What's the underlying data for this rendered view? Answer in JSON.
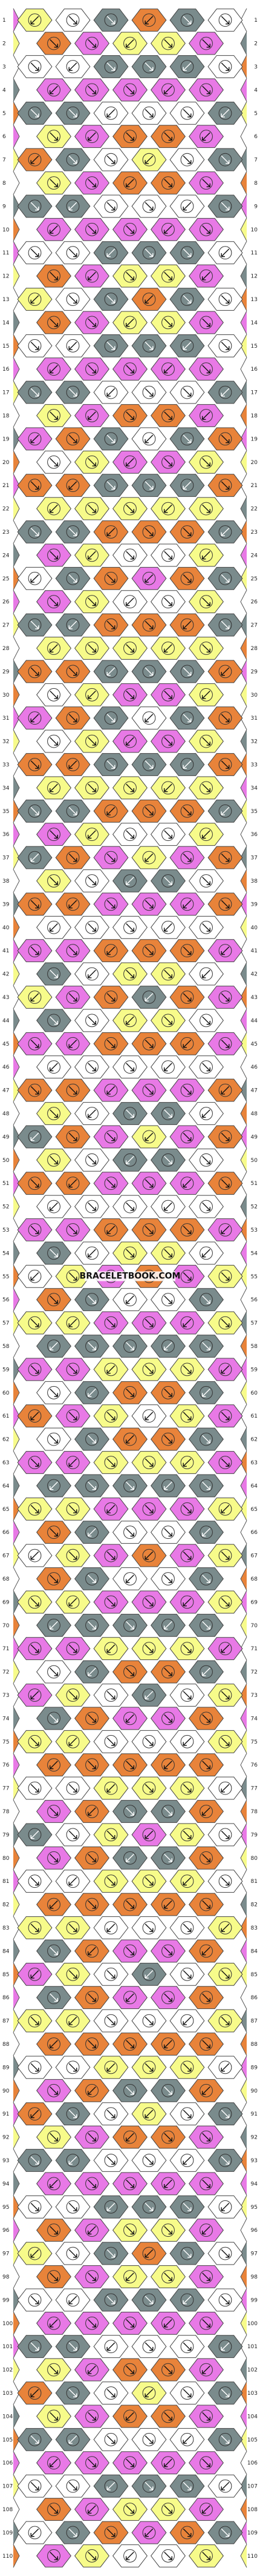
{
  "watermark": "BRACELETBOOK.COM",
  "row_count": 110,
  "row_labels": [
    "1",
    "2",
    "3",
    "4",
    "5",
    "6",
    "7",
    "8",
    "9",
    "10",
    "11",
    "12",
    "13",
    "14",
    "15",
    "16",
    "17",
    "18",
    "19",
    "20",
    "21",
    "22",
    "23",
    "24",
    "25",
    "26",
    "27",
    "28",
    "29",
    "30",
    "31",
    "32",
    "33",
    "34",
    "35",
    "36",
    "37",
    "38",
    "39",
    "40",
    "41",
    "42",
    "43",
    "44",
    "45",
    "46",
    "47",
    "48",
    "49",
    "50",
    "51",
    "52",
    "53",
    "54",
    "55",
    "56",
    "57",
    "58",
    "59",
    "60",
    "61",
    "62",
    "63",
    "64",
    "65",
    "66",
    "67",
    "68",
    "69",
    "70",
    "71",
    "72",
    "73",
    "74",
    "75",
    "76",
    "77",
    "78",
    "79",
    "80",
    "81",
    "82",
    "83",
    "84",
    "85",
    "86",
    "87",
    "88",
    "89",
    "90",
    "91",
    "92",
    "93",
    "94",
    "95",
    "96",
    "97",
    "98",
    "99",
    "100",
    "101",
    "102",
    "103",
    "104",
    "105",
    "106",
    "107",
    "108",
    "109",
    "110"
  ],
  "strand_colors": [
    "#e8833a",
    "#e879e6",
    "#e8833a",
    "#f7fb8a",
    "#ffffff",
    "#7a8b8c",
    "#ffffff",
    "#f7fb8a",
    "#e8833a",
    "#e879e6",
    "#e8833a",
    "#f7fb8a"
  ],
  "palette": {
    "orange": "#e8833a",
    "pink": "#e879e6",
    "yellow": "#f7fb8a",
    "white": "#ffffff",
    "gray": "#7a8b8c"
  },
  "knot_type_icons": [
    "arrow-down-left-icon",
    "arrow-down-right-icon",
    "backward-knot-icon",
    "forward-backward-knot-icon"
  ]
}
